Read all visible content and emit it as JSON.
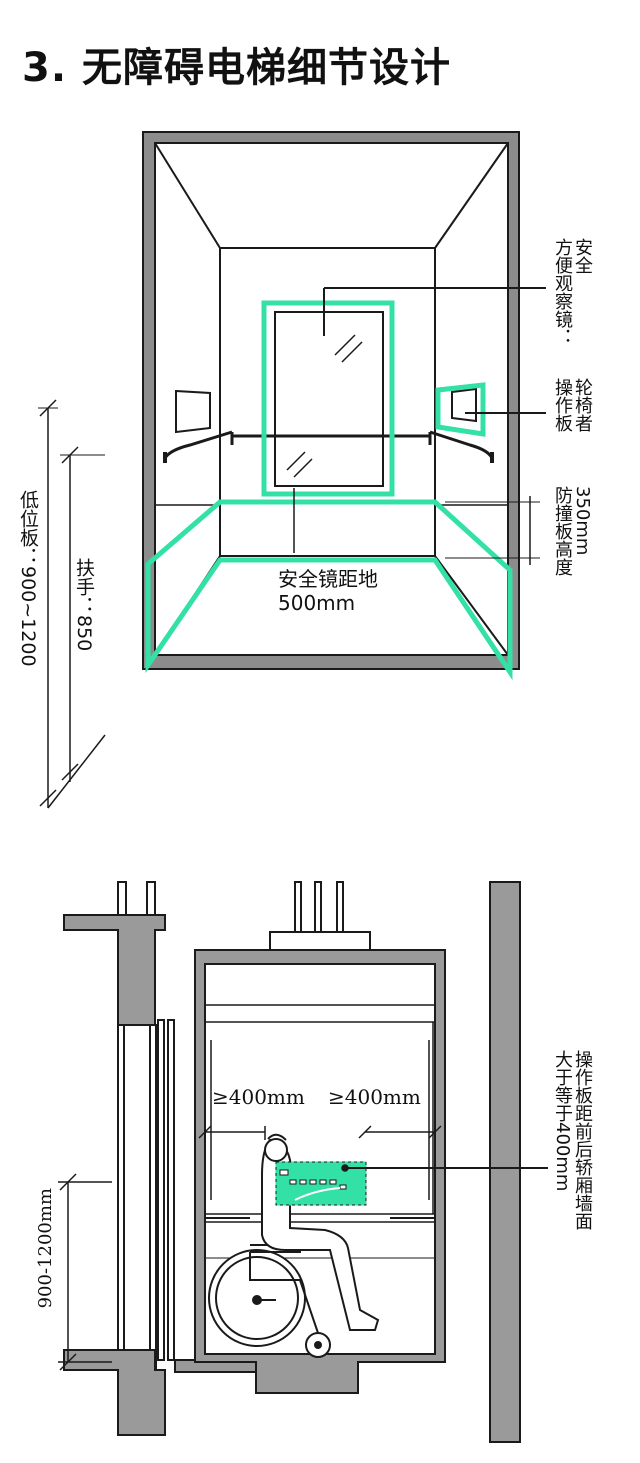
{
  "title": "3. 无障碍电梯细节设计",
  "colors": {
    "accent": "#33e0a6",
    "line": "#1a1a1a",
    "wall": "#9a9a9a"
  },
  "top_view": {
    "mirror_label": [
      "安全",
      "方便观察镜："
    ],
    "panel_label": [
      "轮椅者",
      "操作板"
    ],
    "bumper_label": [
      "350mm",
      "防撞板高度"
    ],
    "mirror_height_label": [
      "安全镜距地",
      "500mm"
    ],
    "low_panel_label": "低位板：900~1200",
    "handrail_label": "扶手：850"
  },
  "section_view": {
    "gap_left": "≥400mm",
    "gap_right": "≥400mm",
    "panel_distance_label": [
      "操作板距前后轿厢墙面",
      "大于等于400mm"
    ],
    "height_label": "900-1200mm"
  }
}
